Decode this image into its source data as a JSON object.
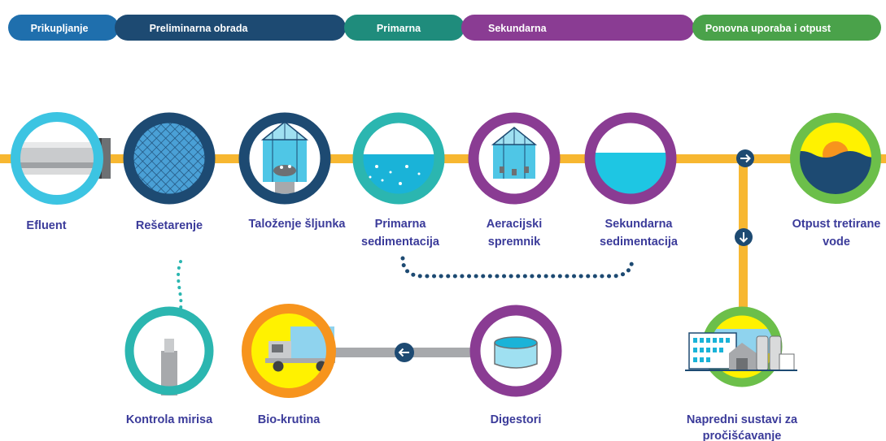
{
  "phases": [
    {
      "label": "Prikupljanje",
      "color": "#1f6fad"
    },
    {
      "label": "Preliminarna obrada",
      "color": "#1d4a72"
    },
    {
      "label": "Primarna",
      "color": "#1f8c7c"
    },
    {
      "label": "Sekundarna",
      "color": "#8a3c93"
    },
    {
      "label": "Ponovna uporaba i otpust",
      "color": "#4aa24a"
    }
  ],
  "stages": {
    "effluent": "Efluent",
    "screening": "Rešetarenje",
    "grit": "Taloženje šljunka",
    "primary_1": "Primarna",
    "primary_2": "sedimentacija",
    "aeration_1": "Aeracijski",
    "aeration_2": "spremnik",
    "secondary_1": "Sekundarna",
    "secondary_2": "sedimentacija",
    "discharge_1": "Otpust tretirane",
    "discharge_2": "vode",
    "odour": "Kontrola mirisa",
    "biosolids": "Bio-krutina",
    "digesters": "Digestori",
    "advanced_1": "Napredni sustavi za",
    "advanced_2": "pročišćavanje"
  },
  "colors": {
    "pipe": "#f7b731",
    "sludge_pipe": "#a7a9ac",
    "dots": "#1d4a72",
    "label": "#3b3b9a"
  }
}
